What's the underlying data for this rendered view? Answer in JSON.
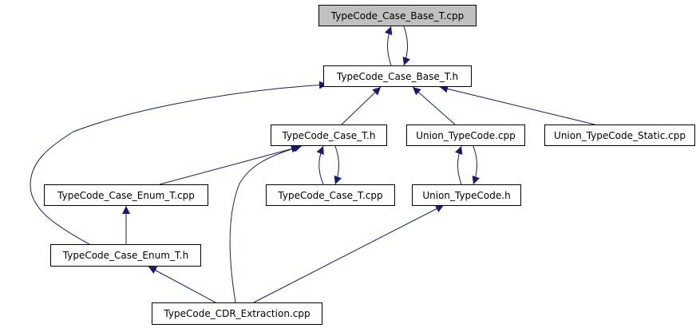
{
  "diagram": {
    "nodes": {
      "base_cpp": {
        "label": "TypeCode_Case_Base_T.cpp",
        "fill": "#c0c0c0"
      },
      "base_h": {
        "label": "TypeCode_Case_Base_T.h"
      },
      "case_h": {
        "label": "TypeCode_Case_T.h"
      },
      "union_cpp": {
        "label": "Union_TypeCode.cpp"
      },
      "union_static": {
        "label": "Union_TypeCode_Static.cpp"
      },
      "enum_cpp": {
        "label": "TypeCode_Case_Enum_T.cpp"
      },
      "case_cpp": {
        "label": "TypeCode_Case_T.cpp"
      },
      "union_h": {
        "label": "Union_TypeCode.h"
      },
      "enum_h": {
        "label": "TypeCode_Case_Enum_T.h"
      },
      "cdr": {
        "label": "TypeCode_CDR_Extraction.cpp"
      }
    },
    "edges": [
      {
        "from": "base_h",
        "to": "base_cpp"
      },
      {
        "from": "base_cpp",
        "to": "base_h"
      },
      {
        "from": "case_h",
        "to": "base_h"
      },
      {
        "from": "union_cpp",
        "to": "base_h"
      },
      {
        "from": "union_static",
        "to": "base_h"
      },
      {
        "from": "enum_h",
        "to": "base_h"
      },
      {
        "from": "enum_cpp",
        "to": "case_h"
      },
      {
        "from": "case_cpp",
        "to": "case_h"
      },
      {
        "from": "case_h",
        "to": "case_cpp"
      },
      {
        "from": "cdr",
        "to": "case_h"
      },
      {
        "from": "union_h",
        "to": "union_cpp"
      },
      {
        "from": "union_cpp",
        "to": "union_h"
      },
      {
        "from": "enum_h",
        "to": "enum_cpp"
      },
      {
        "from": "cdr",
        "to": "enum_h"
      },
      {
        "from": "cdr",
        "to": "union_h"
      }
    ],
    "colors": {
      "edge": "#191970",
      "arrowhead": "#191970",
      "root_fill": "#c0c0c0"
    }
  }
}
